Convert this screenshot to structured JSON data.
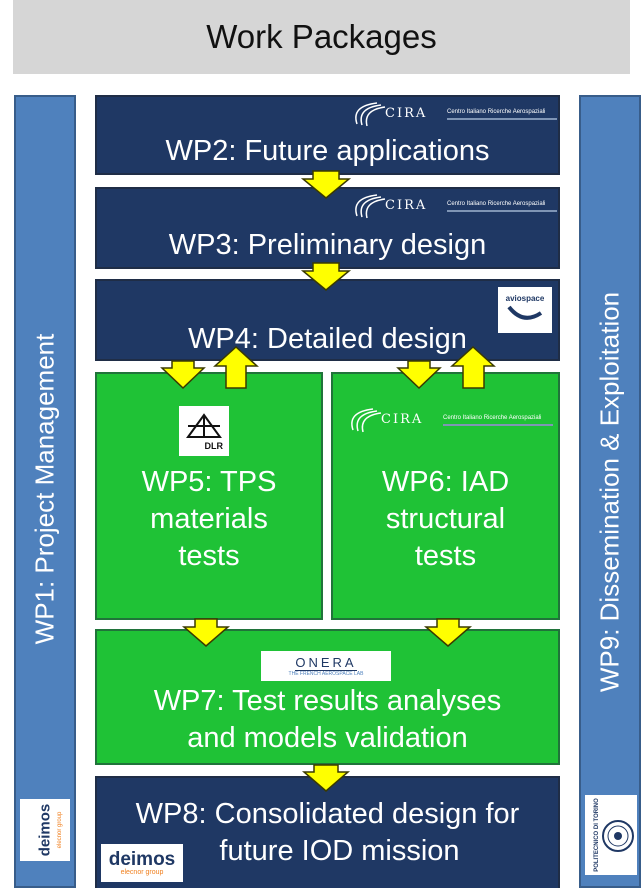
{
  "header": {
    "title": "Work Packages"
  },
  "sides": {
    "left": "WP1: Project Management",
    "right": "WP9: Dissemination & Exploitation"
  },
  "wp2": {
    "title": "WP2: Future applications",
    "logo": "CIRA",
    "logo_sub": "Centro Italiano Ricerche Aerospaziali"
  },
  "wp3": {
    "title": "WP3: Preliminary design",
    "logo": "CIRA",
    "logo_sub": "Centro Italiano Ricerche Aerospaziali"
  },
  "wp4": {
    "title": "WP4: Detailed design",
    "logo": "aviospace"
  },
  "wp5": {
    "lines": [
      "WP5: TPS",
      "materials",
      "tests"
    ],
    "logo": "DLR"
  },
  "wp6": {
    "lines": [
      "WP6: IAD",
      "structural",
      "tests"
    ],
    "logo": "CIRA",
    "logo_sub": "Centro Italiano Ricerche Aerospaziali"
  },
  "wp7": {
    "lines": [
      "WP7: Test results analyses",
      "and models validation"
    ],
    "logo": "ONERA",
    "logo_sub": "THE FRENCH AEROSPACE LAB"
  },
  "wp8": {
    "lines": [
      "WP8: Consolidated design for",
      "future IOD mission"
    ],
    "logo": "deimos",
    "logo_sub": "elecnor group"
  },
  "corner_logos": {
    "left": "deimos",
    "left_sub": "elecnor group",
    "right": "POLITECNICO DI TORINO"
  },
  "colors": {
    "header_bg": "#d6d6d6",
    "side_blue": "#4f81bd",
    "dark_box": "#1f3864",
    "green_box": "#1fc236",
    "arrow": "#ffff00"
  },
  "icons": [
    "cira-logo",
    "aviospace-logo",
    "dlr-logo",
    "onera-logo",
    "deimos-logo",
    "polito-seal",
    "down-arrow-icon",
    "up-arrow-icon"
  ]
}
